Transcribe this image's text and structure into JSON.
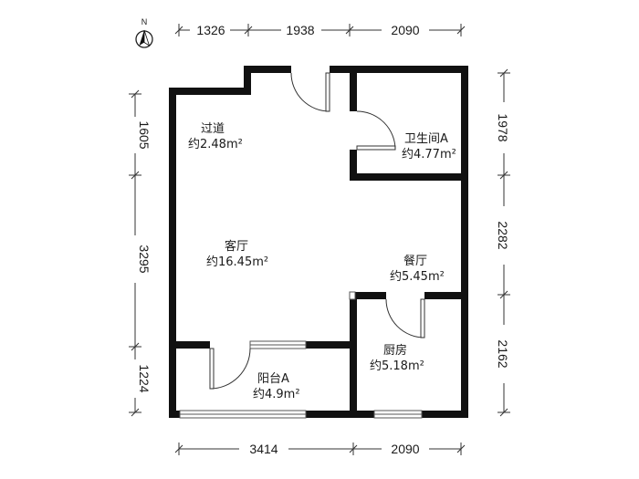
{
  "compass": {
    "north_label": "N",
    "icon": "north-arrow-icon"
  },
  "dimensions": {
    "top": [
      "1326",
      "1938",
      "2090"
    ],
    "bottom": [
      "3414",
      "2090"
    ],
    "left": [
      "1605",
      "3295",
      "1224"
    ],
    "right": [
      "1978",
      "2282",
      "2162"
    ]
  },
  "rooms": {
    "corridor": {
      "name": "过道",
      "area": "约2.48m²"
    },
    "bathroom": {
      "name": "卫生间A",
      "area": "约4.77m²"
    },
    "living": {
      "name": "客厅",
      "area": "约16.45m²"
    },
    "dining": {
      "name": "餐厅",
      "area": "约5.45m²"
    },
    "kitchen": {
      "name": "厨房",
      "area": "约5.18m²"
    },
    "balcony": {
      "name": "阳台A",
      "area": "约4.9m²"
    }
  },
  "colors": {
    "wall": "#111111",
    "line": "#333333",
    "window": "#777777"
  }
}
